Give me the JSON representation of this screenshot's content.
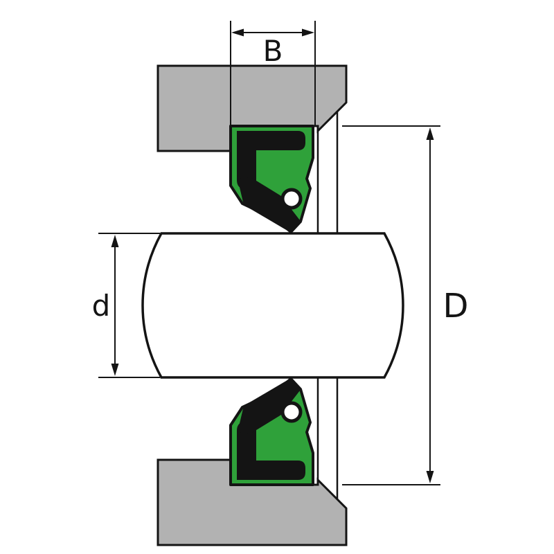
{
  "diagram": {
    "kind": "radial-shaft-seal-cross-section",
    "labels": {
      "width": "B",
      "shaft_diameter": "d",
      "outer_diameter": "D"
    },
    "colors": {
      "background": "#ffffff",
      "housing": "#b2b2b2",
      "seal_body": "#2fa13a",
      "seal_case": "#141414",
      "shaft_fill": "#ffffff",
      "line": "#141414"
    }
  }
}
